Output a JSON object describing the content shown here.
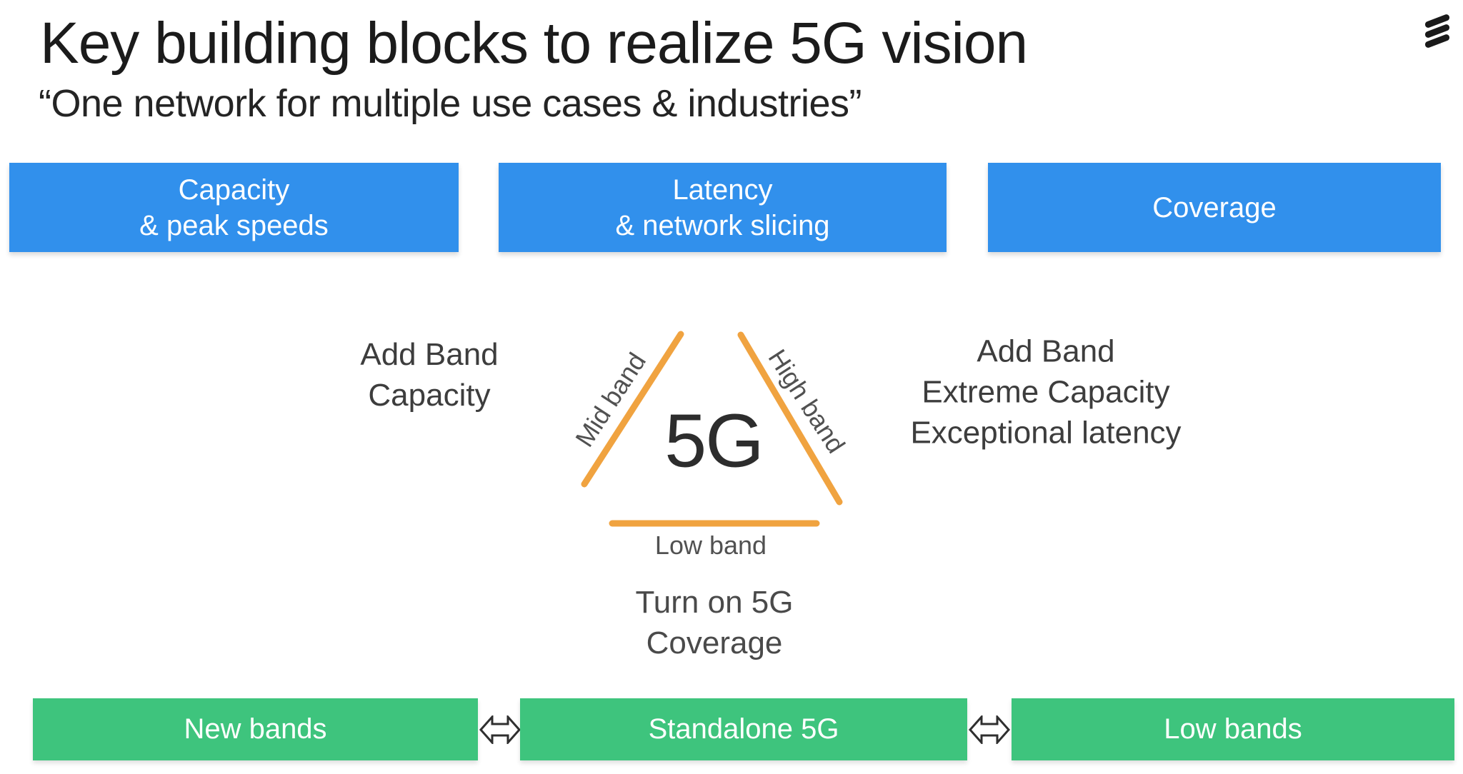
{
  "header": {
    "title": "Key building blocks to realize 5G vision",
    "subtitle": "“One network for multiple use cases & industries”",
    "logo": "ericsson-logo"
  },
  "pillars": [
    {
      "label": "Capacity\n& peak speeds"
    },
    {
      "label": "Latency\n& network slicing"
    },
    {
      "label": "Coverage"
    }
  ],
  "triangle": {
    "center_label": "5G",
    "left_side_label": "Mid band",
    "right_side_label": "High band",
    "bottom_side_label": "Low band"
  },
  "annotations": {
    "left": "Add Band\nCapacity",
    "right": "Add Band\nExtreme Capacity\nExceptional latency",
    "bottom": "Turn on 5G\nCoverage"
  },
  "bands": [
    {
      "label": "New bands"
    },
    {
      "label": "Standalone 5G"
    },
    {
      "label": "Low bands"
    }
  ],
  "icons": {
    "between_bands": "double-headed-arrow"
  },
  "colors": {
    "pillar_blue": "#3190EC",
    "band_green": "#3EC47D",
    "triangle_orange": "#F0A340",
    "title_text": "#1B1B1B",
    "annotation_text": "#3D3D3D",
    "band_label_gray": "#515151"
  }
}
